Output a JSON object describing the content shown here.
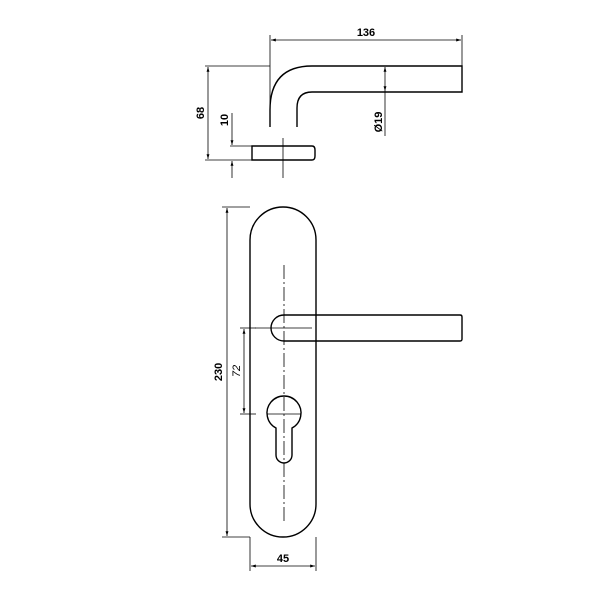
{
  "drawing": {
    "side_view": {
      "length": "136",
      "height": "68",
      "rose_thickness": "10",
      "lever_diameter": "Ø19"
    },
    "front_view": {
      "plate_height": "230",
      "handle_to_cylinder": "72",
      "plate_width": "45"
    },
    "line_color": "#000000"
  }
}
